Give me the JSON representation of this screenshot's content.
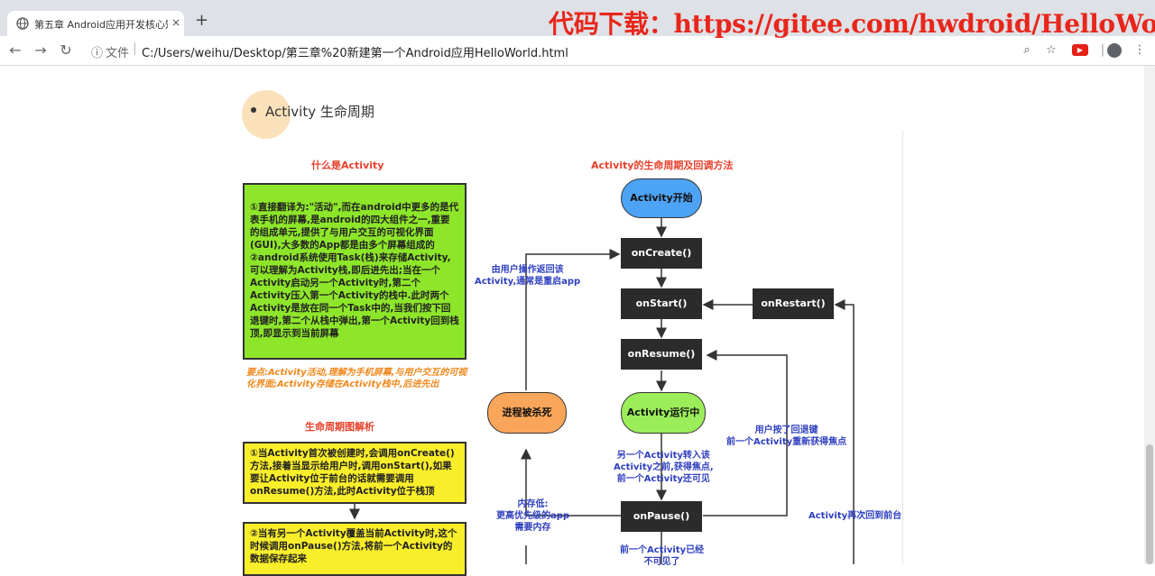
{
  "browser": {
    "tab_title": "第五章 Android应用开发核心知识",
    "tab_close": "×",
    "new_tab": "+",
    "address_info": "ⓘ",
    "address_label": "文件",
    "address_sep": "|",
    "url": "C:/Users/weihu/Desktop/第三章%20新建第一个Android应用HelloWorld.html"
  },
  "overlay_banner": "代码下载：https://gitee.com/hwdroid/HelloWorld",
  "page": {
    "heading": "Activity 生命周期"
  },
  "left": {
    "what_title": "什么是Activity",
    "what_text": "①直接翻译为:\"活动\",而在android中更多的是代表手机的屏幕,是android的四大组件之一,重要的组成单元,提供了与用户交互的可视化界面(GUI),大多数的App都是由多个屏幕组成的\n②android系统使用Task(栈)来存储Activity,可以理解为Activity栈,即后进先出;当在一个Activity启动另一个Activity时,第二个Activity压入第一个Activity的栈中.此时两个Activity是放在同一个Task中的,当我们按下回退键时,第二个从栈中弹出,第一个Activity回到栈顶,即显示到当前屏幕",
    "key_point": "要点:Activity活动,理解为手机屏幕,与用户交互的可视化界面;Activity存储在Activity栈中,后进先出",
    "lifecycle_title": "生命周期图解析",
    "step1": "①当Activity首次被创建时,会调用onCreate()方法,接着当显示给用户时,调用onStart(),如果要让Activity位于前台的话就需要调用onResume()方法,此时Activity位于栈顶",
    "step2": "②当有另一个Activity覆盖当前Activity时,这个时候调用onPause()方法,将前一个Activity的数据保存起来"
  },
  "right": {
    "title": "Activity的生命周期及回调方法",
    "start": "Activity开始",
    "on_create": "onCreate()",
    "on_start": "onStart()",
    "on_restart": "onRestart()",
    "on_resume": "onResume()",
    "running": "Activity运行中",
    "killed": "进程被杀死",
    "on_pause": "onPause()",
    "label_return": "由用户操作返回该\nActivity,通常是重启app",
    "label_back": "用户按了回退键\n前一个Activity重新获得焦点",
    "label_focus": "另一个Activity转入该\nActivity之前,获得焦点,\n前一个Activity还可见",
    "label_memory": "内存低:\n更高优先级的app\n需要内存",
    "label_foreground": "Activity再次回到前台",
    "label_invisible": "前一个Activity已经\n不可见了"
  },
  "colors": {
    "banner_red": "#e8261b",
    "green_box": "#8ee62a",
    "yellow_box": "#f9ee2a",
    "start_blue": "#4da3f5",
    "running_green": "#9bed5a",
    "killed_orange": "#f9a65a",
    "label_blue": "#2e3fbf",
    "note_orange": "#f0871a"
  }
}
